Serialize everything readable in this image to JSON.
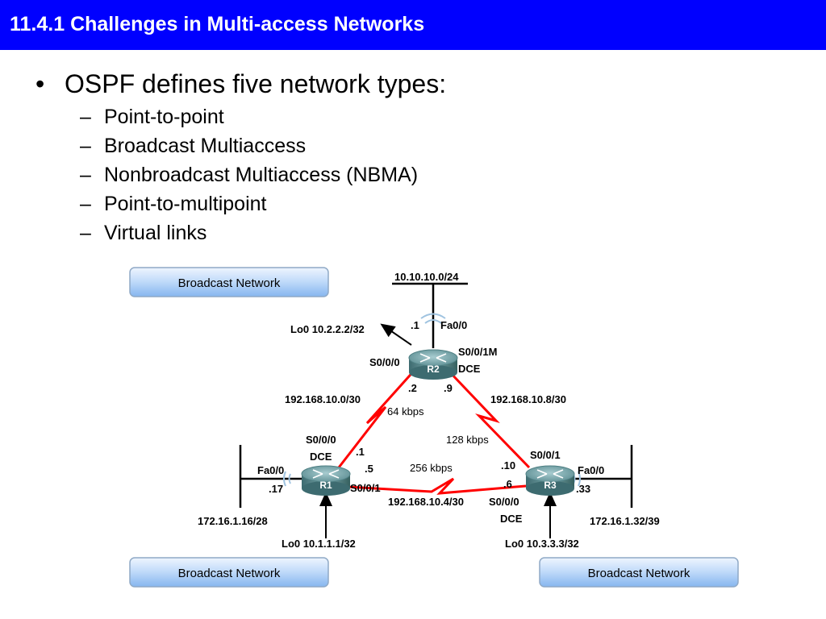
{
  "title": "11.4.1 Challenges in Multi-access Networks",
  "bullets": {
    "main": "OSPF defines five network types:",
    "items": [
      "Point-to-point",
      "Broadcast Multiaccess",
      "Nonbroadcast Multiaccess (NBMA)",
      "Point-to-multipoint",
      "Virtual links"
    ]
  },
  "diagram": {
    "buttons": {
      "top_left": "Broadcast Network",
      "bottom_left": "Broadcast Network",
      "bottom_right": "Broadcast Network"
    },
    "routers": {
      "r1": "R1",
      "r2": "R2",
      "r3": "R3"
    },
    "labels": {
      "net_top": "10.10.10.0/24",
      "r2_fa_ip": ".1",
      "r2_fa": "Fa0/0",
      "r2_lo": "Lo0 10.2.2.2/32",
      "r2_s000": "S0/0/0",
      "r2_s001": "S0/0/1M",
      "r2_dce": "DCE",
      "r2_ip2": ".2",
      "r2_ip9": ".9",
      "net_left": "192.168.10.0/30",
      "net_right": "192.168.10.8/30",
      "bw_left": "64 kbps",
      "bw_right": "128 kbps",
      "r1_s000": "S0/0/0",
      "r1_dce": "DCE",
      "r1_ip1": ".1",
      "r1_ip5": ".5",
      "r1_fa": "Fa0/0",
      "r1_ip17": ".17",
      "r1_s001": "S0/0/1",
      "bw_bottom": "256 kbps",
      "net_bottom": "192.168.10.4/30",
      "r3_s001": "S0/0/1",
      "r3_ip10": ".10",
      "r3_ip6": ".6",
      "r3_fa": "Fa0/0",
      "r3_ip33": ".33",
      "r3_s000": "S0/0/0",
      "r3_dce": "DCE",
      "lan_left": "172.16.1.16/28",
      "lan_right": "172.16.1.32/39",
      "r1_lo": "Lo0 10.1.1.1/32",
      "r3_lo": "Lo0 10.3.3.3/32"
    }
  },
  "colors": {
    "title_bg": "#0000ff",
    "serial_link": "#ff0000",
    "button_top": "#e6f1fd",
    "button_bottom": "#8fbcf0"
  }
}
